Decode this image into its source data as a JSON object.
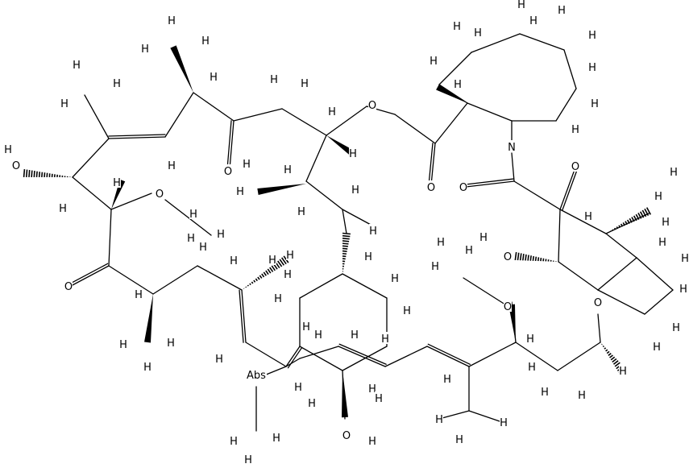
{
  "figure": {
    "type": "chemical-structure",
    "background": "#ffffff",
    "line_color": "#000000",
    "atom_labels": {
      "H": "H",
      "O": "O",
      "N": "N",
      "Abs": "Abs"
    }
  }
}
